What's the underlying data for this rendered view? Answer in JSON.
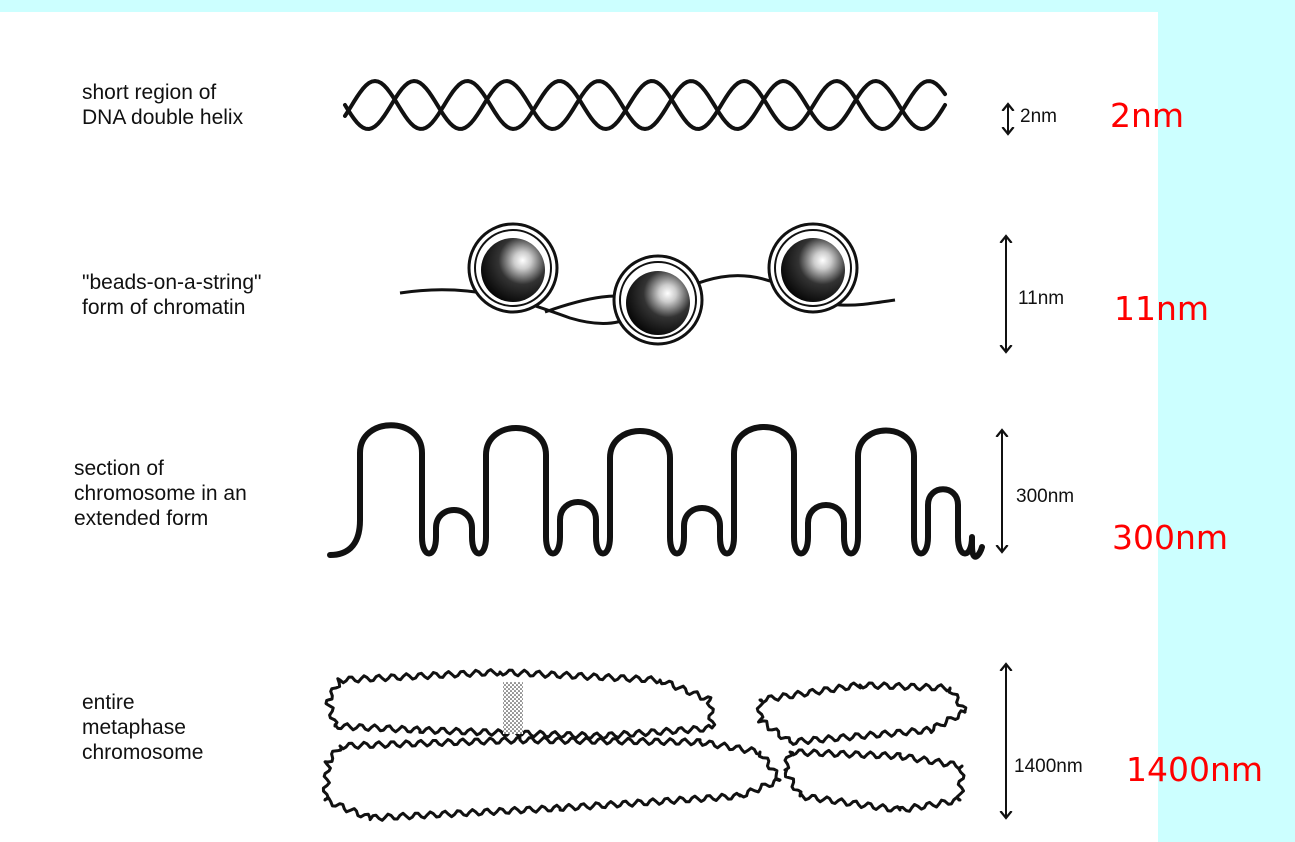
{
  "rows": [
    {
      "label_lines": [
        "short region of",
        "DNA double helix"
      ],
      "dimension": "2nm",
      "highlight": "2nm"
    },
    {
      "label_lines": [
        "\"beads-on-a-string\"",
        "form of chromatin"
      ],
      "dimension": "11nm",
      "highlight": "11nm"
    },
    {
      "label_lines": [
        "section of",
        "chromosome in an",
        "extended form"
      ],
      "dimension": "300nm",
      "highlight": "300nm"
    },
    {
      "label_lines": [
        "entire",
        "metaphase",
        "chromosome"
      ],
      "dimension": "1400nm",
      "highlight": "1400nm"
    }
  ],
  "colors": {
    "background": "#ccffff",
    "panel": "#ffffff",
    "highlight": "#ff0000",
    "ink": "#111111"
  },
  "icons": [
    "dna-helix-icon",
    "nucleosome-icon",
    "looped-fiber-icon",
    "chromosome-icon",
    "dimension-arrow-icon"
  ]
}
